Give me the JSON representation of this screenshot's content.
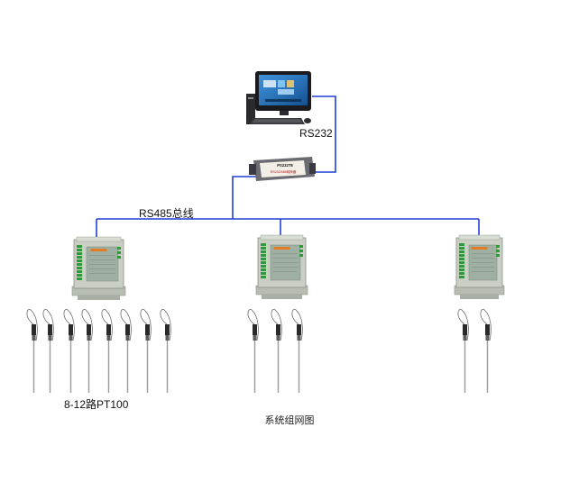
{
  "labels": {
    "rs232": "RS232",
    "rs485_bus": "RS485总线",
    "sensor_count": "8-12路PT100"
  },
  "converter": {
    "model_text": "PS232T8",
    "desc_text": "RS232/485转换器"
  },
  "caption": "系统组网图",
  "colors": {
    "bus_line": "#1f3fd6",
    "module_body": "#c9cfc4",
    "module_face": "#9fb0a2",
    "terminal_green": "#2f9a3a",
    "converter_body": "#6b6b72"
  },
  "icons": {
    "computer": "desktop-computer-icon",
    "converter": "rs232-rs485-converter-icon",
    "module": "acquisition-module-icon",
    "sensor": "pt100-probe-icon"
  }
}
